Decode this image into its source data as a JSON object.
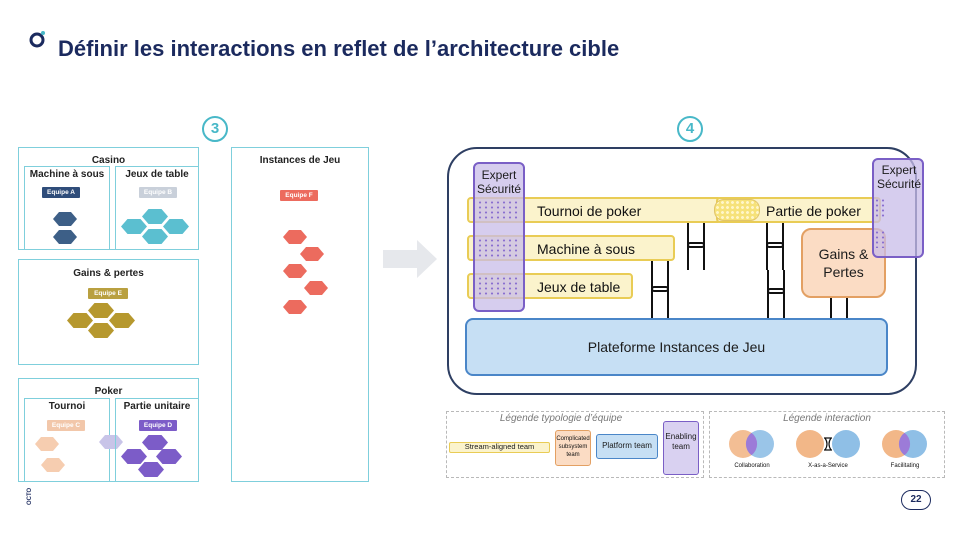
{
  "title": "Définir les interactions en reflet de l’architecture cible",
  "step3": "3",
  "step4": "4",
  "page_number": "22",
  "brand_vertical": "OCTO",
  "colors": {
    "accent": "#48b8c8",
    "navy": "#1b2a5e",
    "stream": "#e9cc55",
    "platform": "#4a86c8",
    "enabling": "#7a5fc6",
    "complicated": "#e3a063"
  },
  "left": {
    "casino": {
      "title": "Casino",
      "machine": {
        "title": "Machine à sous",
        "team": "Equipe A"
      },
      "jeux": {
        "title": "Jeux de table",
        "team": "Equipe B"
      }
    },
    "gains": {
      "title": "Gains & pertes",
      "team": "Equipe E"
    },
    "poker": {
      "title": "Poker",
      "tournoi": {
        "title": "Tournoi",
        "team": "Equipe C"
      },
      "partie": {
        "title": "Partie unitaire",
        "team": "Equipe D"
      }
    },
    "instances": {
      "title": "Instances de Jeu",
      "team": "Equipe F"
    }
  },
  "right": {
    "expert_left": "Expert Sécurité",
    "expert_right": "Expert Sécurité",
    "tournoi": "Tournoi de poker",
    "partie": "Partie de poker",
    "machine": "Machine à sous",
    "jeux": "Jeux de table",
    "gains": "Gains & Pertes",
    "plateforme": "Plateforme Instances de Jeu"
  },
  "legend_types": {
    "title": "Légende typologie d’équipe",
    "stream": "Stream-aligned team",
    "complicated": "Complicated subsystem team",
    "platform": "Platform team",
    "enabling": "Enabling team"
  },
  "legend_interaction": {
    "title": "Légende interaction",
    "collab": "Collaboration",
    "xaas": "X-as-a-Service",
    "facil": "Facilitating"
  }
}
